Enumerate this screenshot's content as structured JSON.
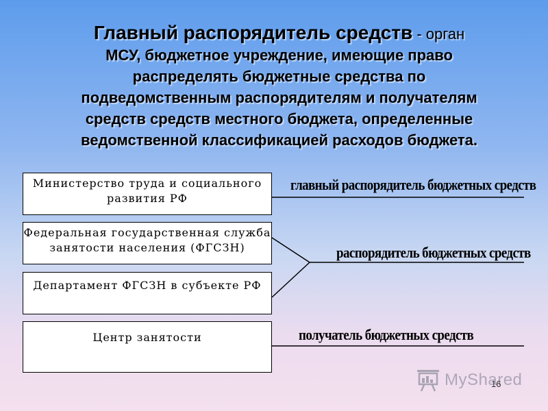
{
  "title": {
    "term": "Главный распорядитель средств",
    "dash": " - ",
    "lead": "орган",
    "line2": "МСУ, бюджетное учреждение, имеющие право",
    "line3": "распределять бюджетные средства по",
    "line4": "подведомственным распорядителям и получателям",
    "line5": "средств средств местного бюджета, определенные",
    "line6": "ведомственной классификацией расходов бюджета."
  },
  "boxes": [
    {
      "line1": "Министерство труда и социального",
      "line2": "развития РФ"
    },
    {
      "line1": "Федеральная государственная служба",
      "line2": "занятости населения (ФГСЗН)"
    },
    {
      "line1": "Департамент ФГСЗН в субъекте РФ"
    },
    {
      "line1": "Центр занятости"
    }
  ],
  "roles": {
    "chief": "главный распорядитель бюджетных средств",
    "manager": "распорядитель бюджетных средств",
    "recipient": "получатель бюджетных средств"
  },
  "watermark": {
    "text": "MyShared",
    "icon": "projector-screen-icon"
  },
  "page_number": "16",
  "colors": {
    "line": "#000000",
    "box_fill": "#ffffff"
  }
}
